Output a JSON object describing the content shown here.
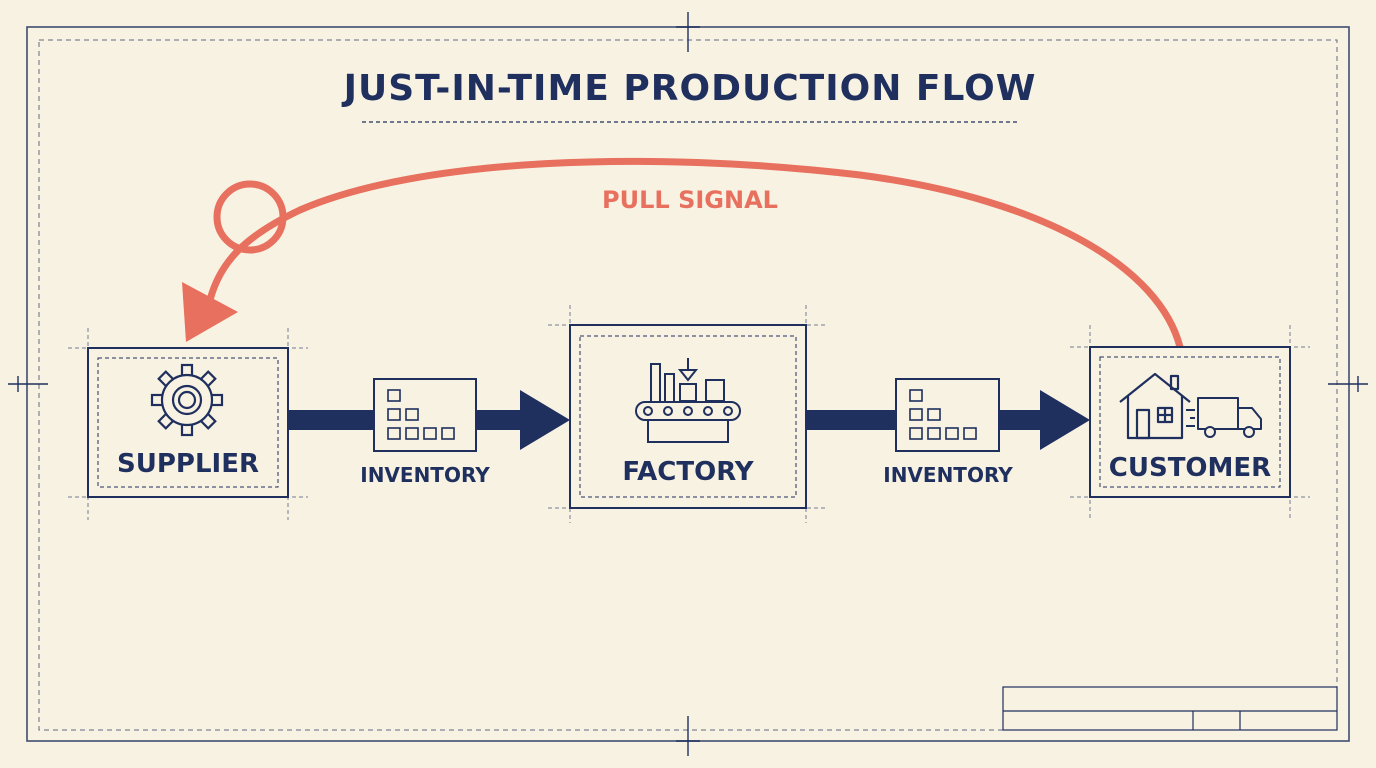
{
  "title": "JUST-IN-TIME PRODUCTION FLOW",
  "signal": {
    "label": "PULL SIGNAL"
  },
  "nodes": {
    "supplier": {
      "label": "SUPPLIER",
      "icon": "gear-icon"
    },
    "factory": {
      "label": "FACTORY",
      "icon": "factory-conveyor-icon"
    },
    "customer": {
      "label": "CUSTOMER",
      "icons": [
        "house-icon",
        "delivery-truck-icon"
      ]
    }
  },
  "buffers": [
    {
      "label": "INVENTORY",
      "icon": "inventory-bins-icon"
    },
    {
      "label": "INVENTORY",
      "icon": "inventory-bins-icon"
    }
  ],
  "colors": {
    "ink": "#1f2f5e",
    "signal": "#e8705e",
    "paper": "#f8f2e3",
    "guide": "#7f88a8"
  }
}
